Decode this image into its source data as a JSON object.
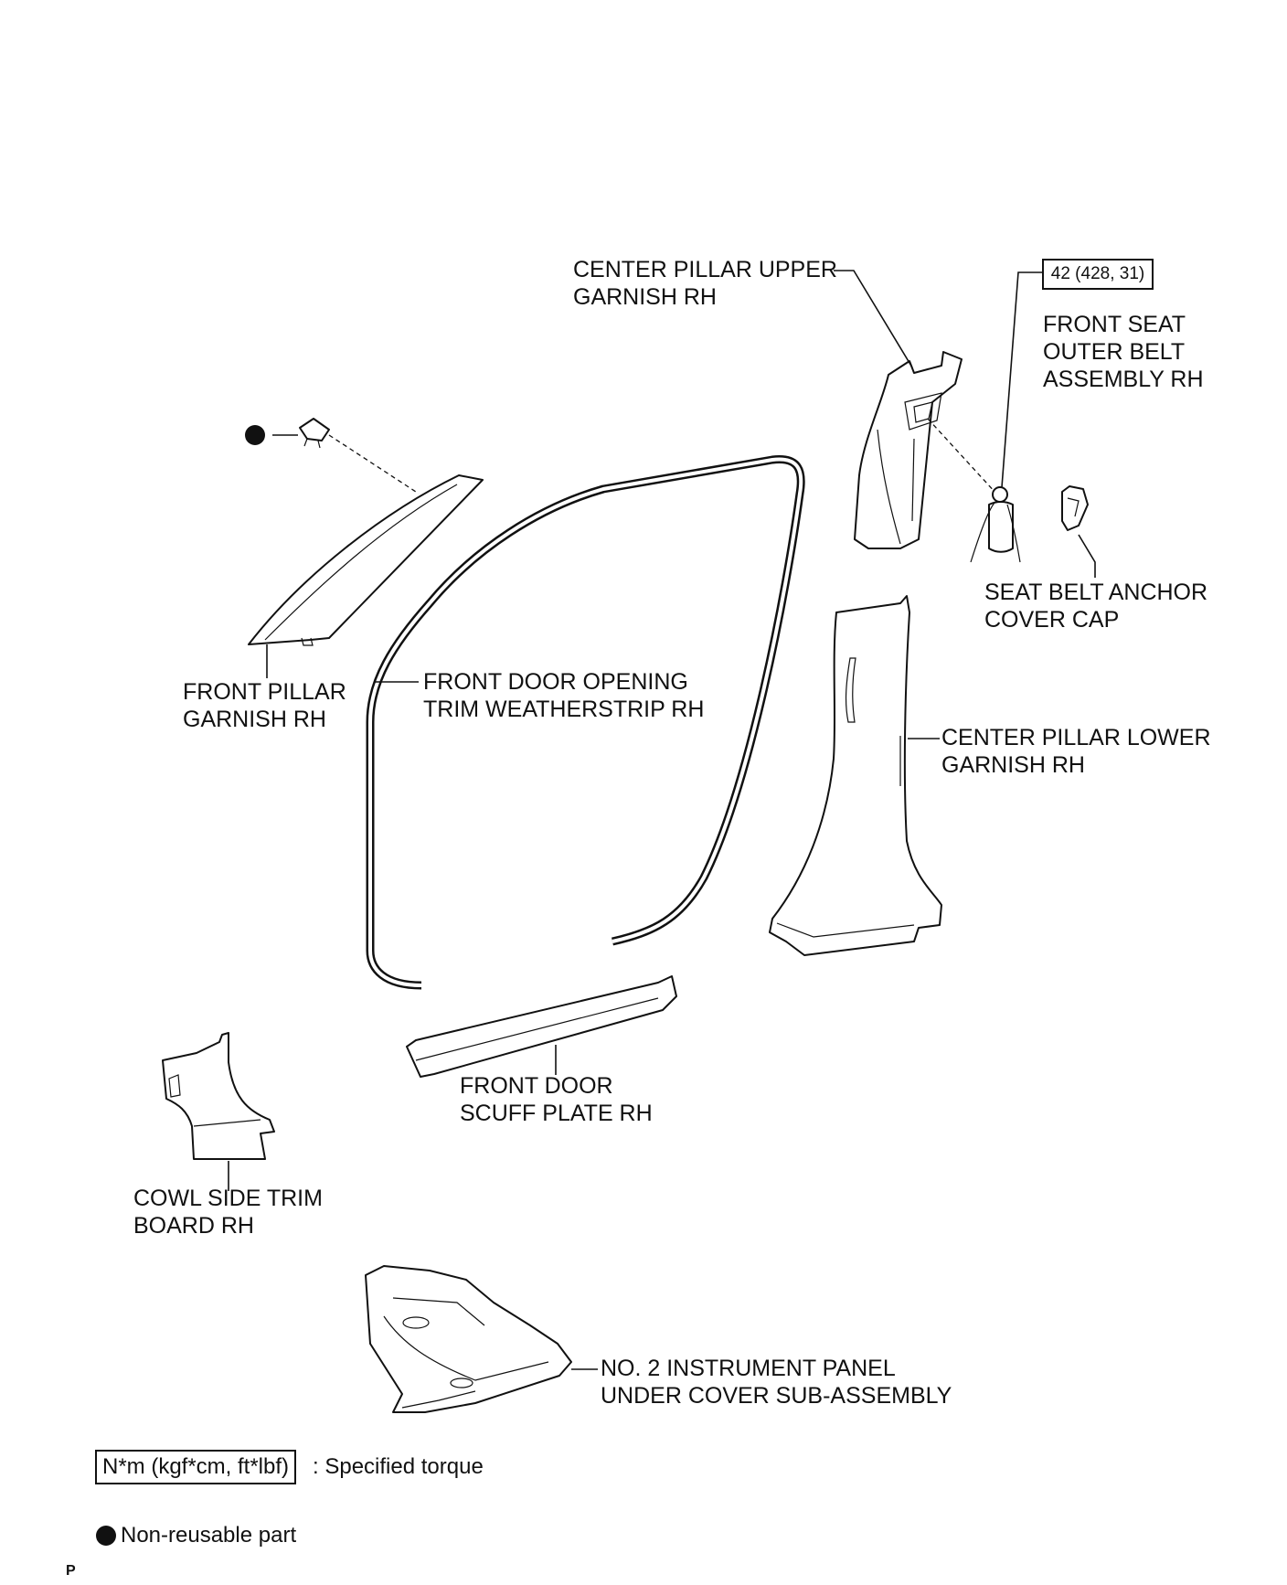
{
  "labels": {
    "center_pillar_upper": [
      "CENTER PILLAR UPPER",
      "GARNISH RH"
    ],
    "front_seat_belt": [
      "FRONT SEAT",
      "OUTER BELT",
      "ASSEMBLY RH"
    ],
    "seat_belt_anchor_cap": [
      "SEAT BELT ANCHOR",
      "COVER CAP"
    ],
    "front_pillar_garnish": [
      "FRONT PILLAR",
      "GARNISH RH"
    ],
    "front_door_weatherstrip": [
      "FRONT DOOR OPENING",
      "TRIM WEATHERSTRIP RH"
    ],
    "center_pillar_lower": [
      "CENTER PILLAR LOWER",
      "GARNISH RH"
    ],
    "front_door_scuff": [
      "FRONT DOOR",
      "SCUFF PLATE RH"
    ],
    "cowl_side_trim": [
      "COWL SIDE TRIM",
      "BOARD RH"
    ],
    "instrument_under_cover": [
      "NO. 2 INSTRUMENT PANEL",
      "UNDER COVER SUB-ASSEMBLY"
    ]
  },
  "torque_value": "42 (428, 31)",
  "legend": {
    "torque_unit": "N*m (kgf*cm, ft*lbf)",
    "torque_desc": ": Specified torque",
    "non_reusable": "Non-reusable part"
  },
  "page_letter": "P"
}
